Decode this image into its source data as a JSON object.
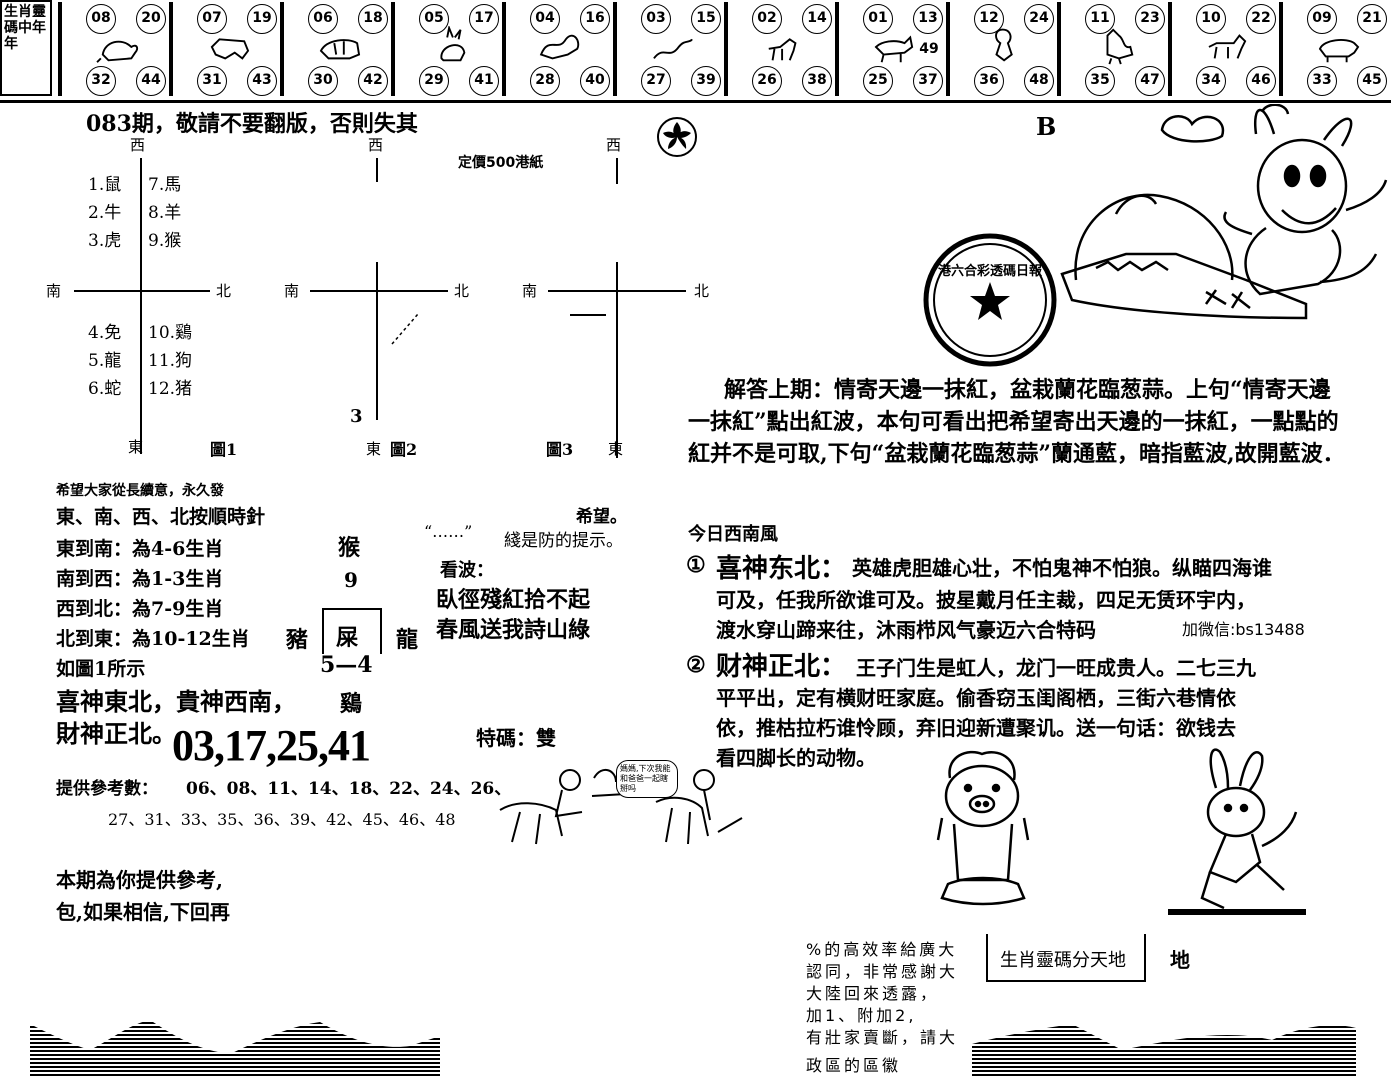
{
  "zodiac_strip": {
    "label": "生肖靈碼中年年",
    "cells": [
      {
        "nums": [
          "08",
          "20",
          "32",
          "44"
        ],
        "icon": "rat-icon"
      },
      {
        "nums": [
          "07",
          "19",
          "31",
          "43"
        ],
        "icon": "ox-icon"
      },
      {
        "nums": [
          "06",
          "18",
          "30",
          "42"
        ],
        "icon": "tiger-icon"
      },
      {
        "nums": [
          "05",
          "17",
          "29",
          "41"
        ],
        "icon": "rabbit-icon"
      },
      {
        "nums": [
          "04",
          "16",
          "28",
          "40"
        ],
        "icon": "dragon-icon"
      },
      {
        "nums": [
          "03",
          "15",
          "27",
          "39"
        ],
        "icon": "snake-icon"
      },
      {
        "nums": [
          "02",
          "14",
          "26",
          "38"
        ],
        "icon": "horse-icon"
      },
      {
        "nums": [
          "01",
          "13",
          "25",
          "37"
        ],
        "extra": "49",
        "icon": "goat-icon"
      },
      {
        "nums": [
          "12",
          "24",
          "36",
          "48"
        ],
        "icon": "monkey-icon"
      },
      {
        "nums": [
          "11",
          "23",
          "35",
          "47"
        ],
        "icon": "rooster-icon"
      },
      {
        "nums": [
          "10",
          "22",
          "34",
          "46"
        ],
        "icon": "dog-icon"
      },
      {
        "nums": [
          "09",
          "21",
          "33",
          "45"
        ],
        "icon": "pig-icon"
      }
    ]
  },
  "header": {
    "issue_notice": "083期，敬請不要翻版，否則失其",
    "price": "定價500港紙",
    "b_mark": "B"
  },
  "compass": {
    "west": "西",
    "east": "東",
    "south": "南",
    "north": "北",
    "list_top": [
      "1.鼠",
      "7.馬",
      "2.牛",
      "8.羊",
      "3.虎",
      "9.猴"
    ],
    "list_bottom": [
      "4.免",
      "10.鷄",
      "5.龍",
      "11.狗",
      "6.蛇",
      "12.猪"
    ],
    "fig1": "圖1",
    "fig2": "圖2",
    "fig3": "圖3",
    "mark3": "3"
  },
  "left_text": {
    "wish": "希望大家從長續意，永久發",
    "line1": "東、南、西、北按順時針",
    "line1_end": "希望。",
    "e_s": "東到南：為4-6生肖",
    "s_w": "南到西：為1-3生肖",
    "w_n": "西到北：為7-9生肖",
    "n_e": "北到東：為10-12生肖",
    "as_fig": "如圖1所示",
    "xi_gui": "喜神東北，貴神西南，",
    "cai": "財神正北。",
    "numbers": "03,17,25,41",
    "ref_label": "提供參考數：",
    "ref_line1": "06、08、11、14、18、22、24、26、",
    "ref_line2": "27、31、33、35、36、39、42、45、46、48",
    "bottom1": "本期為你提供參考,",
    "bottom2": "包,如果相信,下回再"
  },
  "middle_text": {
    "monkey": "猴",
    "nine": "9",
    "pig": "豬",
    "dragon": "龍",
    "box_char": "屎",
    "five_four": "5—4",
    "rooster": "鷄",
    "hint_quote": "“……”",
    "hint": "綫是防的提示。",
    "kanbo": "看波：",
    "poem1": "臥徑殘紅拾不起",
    "poem2": "春風送我詩山綠",
    "special": "特碼：雙",
    "bubble": "媽媽,下次我能和爸爸一起瞎掰吗"
  },
  "right_text": {
    "answer": "解答上期：情寄天邊一抹紅，盆栽蘭花臨葱蒜。上句“情寄天邊一抹紅”點出紅波，本句可看出把希望寄出天邊的一抹紅，一點點的紅并不是可取,下句“盆栽蘭花臨葱蒜”蘭通藍，暗指藍波,故開藍波．",
    "wind": "今日西南風",
    "c1_mark": "①",
    "c1_title": "喜神东北：",
    "c1_line1": "英雄虎胆雄心壮，不怕鬼神不怕狼。纵瞄四海谁",
    "c1_line2": "可及，任我所欲谁可及。披星戴月任主裁，四足无赁环宇内，",
    "c1_line3": "渡水穿山蹄来往，沐雨栉风气豪迈六合特码",
    "c1_wechat": "加微信:bs13488",
    "c2_mark": "②",
    "c2_title": "财神正北：",
    "c2_line1": "王子门生是虹人，龙门一旺成贵人。二七三九",
    "c2_line2": "平平出，定有横财旺家庭。偷香窃玉闺阁栖，三街六巷情依",
    "c2_line3": "依，推枯拉朽谁怜顾，弃旧迎新遭聚讥。送一句话：欲钱去",
    "c2_line4": "看四脚长的动物。",
    "stamp": "港六合彩透碼日報"
  },
  "bottom_right": {
    "l1": "%的高效率給廣大",
    "l2": "認同，非常感謝大",
    "l3": "大陸回來透露，",
    "l4": "加1、附加2,",
    "l5": "有壯家賣斷，請大",
    "l6": "政區的區徽",
    "box": "生肖靈碼分天地",
    "di": "地"
  }
}
